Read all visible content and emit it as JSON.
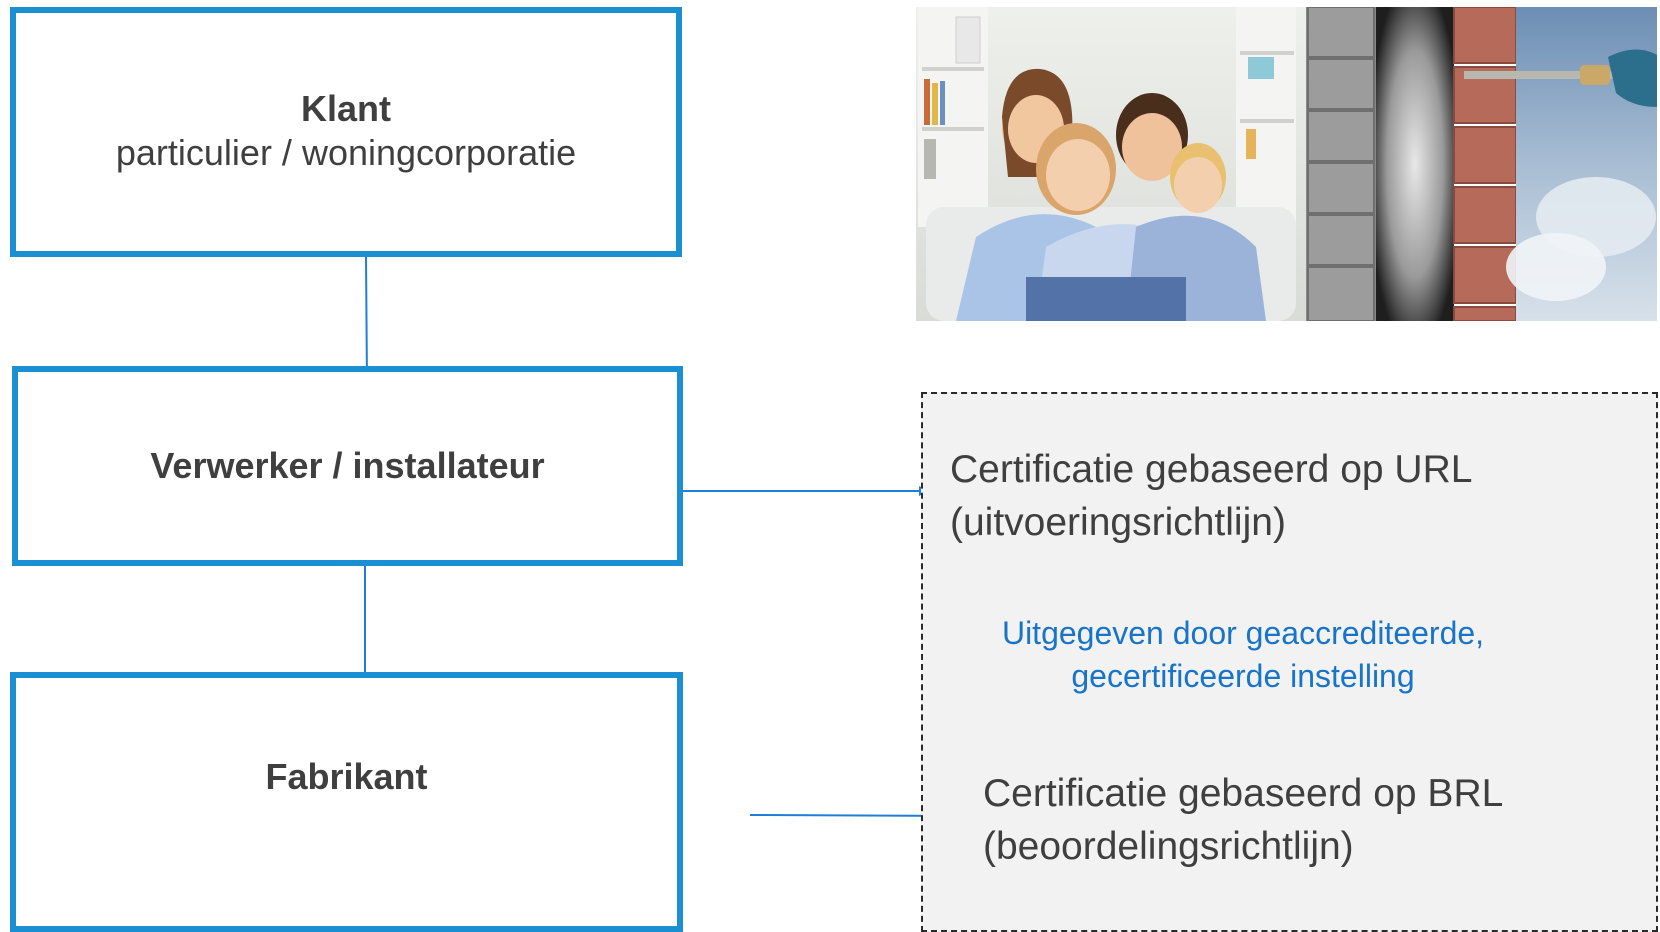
{
  "nodes": {
    "klant": {
      "title": "Klant",
      "subtitle": "particulier / woningcorporatie"
    },
    "verwerker": {
      "title": "Verwerker / installateur"
    },
    "fabrikant": {
      "title": "Fabrikant"
    }
  },
  "certificates": {
    "url": {
      "line1": "Certificatie gebaseerd op URL",
      "line2": "(uitvoeringsrichtlijn)"
    },
    "issued_by": {
      "line1": "Uitgegeven door geaccrediteerde,",
      "line2": "gecertificeerde instelling"
    },
    "brl": {
      "line1": "Certificatie gebaseerd op BRL",
      "line2": "(beoordelingsrichtlijn)"
    }
  },
  "colors": {
    "box_border": "#1a8fd1",
    "arrow": "#1f7fd6",
    "panel_bg": "#f2f2f2",
    "issued_text": "#1874c9"
  },
  "photo": {
    "subject": "family-and-cavity-wall-insulation-photo"
  }
}
